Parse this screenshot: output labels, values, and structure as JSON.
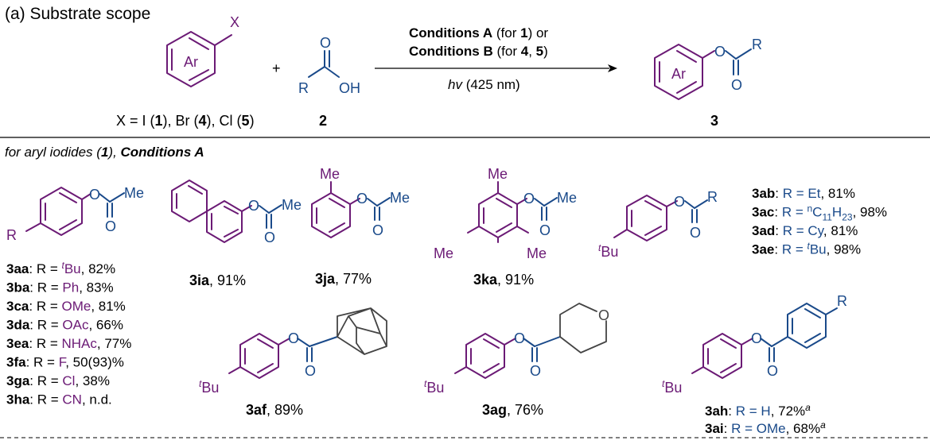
{
  "panel_title": "(a) Substrate scope",
  "general_scheme": {
    "aryl_halide": {
      "ring_label": "Ar",
      "substituent": "X"
    },
    "plus": "+",
    "acid": {
      "r": "R",
      "o": "O",
      "oh": "OH"
    },
    "halide_caption": {
      "prefix": "X = I (",
      "n1": "1",
      "mid1": "), Br (",
      "n4": "4",
      "mid2": "), Cl (",
      "n5": "5",
      "end": ")"
    },
    "acid_number": "2",
    "conditions": {
      "line1_bold": "Conditions A",
      "line1_rest": " (for ",
      "line1_num": "1",
      "line1_end": ") or",
      "line2_bold": "Conditions B",
      "line2_rest": " (for ",
      "line2_num1": "4",
      "line2_sep": ", ",
      "line2_num2": "5",
      "line2_end": ")",
      "light_italic": "hv",
      "light_rest": " (425 nm)"
    },
    "product": {
      "ring_label": "Ar",
      "o": "O",
      "r": "R",
      "co": "O"
    },
    "product_number": "3"
  },
  "section_header": {
    "text": "for aryl iodides (",
    "num": "1",
    "mid": "), ",
    "bold": "Conditions A"
  },
  "atoms": {
    "O": "O",
    "Me": "Me",
    "R": "R",
    "tBu_sup": "t",
    "tBu": "Bu"
  },
  "series_3x": [
    {
      "id": "3aa",
      "r_pre": "",
      "r_sup": "t",
      "r": "Bu",
      "yield": ", 82%"
    },
    {
      "id": "3ba",
      "r_pre": "",
      "r_sup": "",
      "r": "Ph",
      "yield": ", 83%"
    },
    {
      "id": "3ca",
      "r_pre": "",
      "r_sup": "",
      "r": "OMe",
      "yield": ", 81%"
    },
    {
      "id": "3da",
      "r_pre": "",
      "r_sup": "",
      "r": "OAc",
      "yield": ", 66%"
    },
    {
      "id": "3ea",
      "r_pre": "",
      "r_sup": "",
      "r": "NHAc",
      "yield": ", 77%"
    },
    {
      "id": "3fa",
      "r_pre": "",
      "r_sup": "",
      "r": "F",
      "yield": ", 50(93)%"
    },
    {
      "id": "3ga",
      "r_pre": "",
      "r_sup": "",
      "r": "Cl",
      "yield": ", 38%"
    },
    {
      "id": "3ha",
      "r_pre": "",
      "r_sup": "",
      "r": "CN",
      "yield": ", n.d."
    }
  ],
  "single_products": [
    {
      "id": "3ia",
      "yield": ", 91%"
    },
    {
      "id": "3ja",
      "yield": ", 77%"
    },
    {
      "id": "3ka",
      "yield": ", 91%"
    },
    {
      "id": "3af",
      "yield": ", 89%"
    },
    {
      "id": "3ag",
      "yield": ", 76%"
    }
  ],
  "series_3ab": [
    {
      "id": "3ab",
      "text": "R = Et",
      "yield": ", 81%"
    },
    {
      "id": "3ac",
      "text": "R = ",
      "sup": "n",
      "c": "C",
      "sub1": "11",
      "h": "H",
      "sub2": "23",
      "yield": ", 98%"
    },
    {
      "id": "3ad",
      "text": "R = Cy",
      "yield": ", 81%"
    },
    {
      "id": "3ae",
      "text": "R = ",
      "sup": "t",
      "r": "Bu",
      "yield": ", 98%"
    }
  ],
  "series_3ah": [
    {
      "id": "3ah",
      "text": "R = H",
      "yield": ", 72%",
      "note": "a"
    },
    {
      "id": "3ai",
      "text": "R = OMe",
      "yield": ", 68%",
      "note": "a"
    }
  ],
  "colors": {
    "aryl": "#6b1a75",
    "acyl": "#1a4a8a",
    "text": "#000000"
  }
}
